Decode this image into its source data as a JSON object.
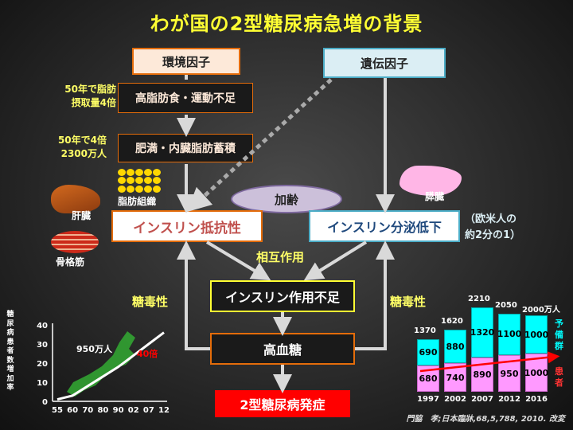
{
  "title": "わが国の2型糖尿病急増の背景",
  "env_factor": "環境因子",
  "gene_factor": "遺伝因子",
  "high_fat": "高脂肪食・運動不足",
  "obesity": "肥満・内臓脂肪蓄積",
  "note_fat_1": "50年で脂肪",
  "note_fat_2": "摂取量4倍",
  "note_obese_1": "50年で4倍",
  "note_obese_2": "2300万人",
  "fat_tissue": "脂肪組織",
  "liver": "肝臓",
  "muscle": "骨格筋",
  "aging": "加齢",
  "pancreas": "膵臓",
  "insulin_resistance": "インスリン抵抗性",
  "insulin_secretion": "インスリン分泌低下",
  "western_note_1": "（欧米人の",
  "western_note_2": "約2分の1）",
  "interaction": "相互作用",
  "insulin_deficiency": "インスリン作用不足",
  "glucotoxicity_left": "糖毒性",
  "glucotoxicity_right": "糖毒性",
  "hyperglycemia": "高血糖",
  "diabetes_onset": "2型糖尿病発症",
  "citation": "門脇　孝;日本臨牀,68,5,788, 2010. 改変",
  "colors": {
    "title": "#ffff33",
    "orange": "#e46c0a",
    "blue": "#4bacc6",
    "red": "#ff0000",
    "cyan": "#00ffff",
    "magenta": "#ff99ff"
  },
  "chart_data": [
    {
      "type": "line",
      "ylabel": "糖尿病患者数増加率",
      "y_ticks": [
        "40",
        "30",
        "20",
        "10",
        "0"
      ],
      "ylim": [
        0,
        40
      ],
      "x_ticks": [
        "55",
        "60",
        "70",
        "80",
        "90",
        "02",
        "07",
        "12"
      ],
      "x": [
        55,
        60,
        70,
        80,
        90,
        2,
        7,
        12
      ],
      "values": [
        1,
        3,
        8,
        13,
        18,
        24,
        30,
        36
      ],
      "annotations": [
        "950万人",
        "40倍"
      ],
      "annotation_colors": [
        "#ffffff",
        "#ff0000"
      ]
    },
    {
      "type": "bar",
      "categories": [
        "1997",
        "2002",
        "2007",
        "2012",
        "2016"
      ],
      "totals": [
        "1370",
        "1620",
        "2210",
        "2050",
        "2000万人"
      ],
      "series": [
        {
          "name": "予備群",
          "values": [
            690,
            880,
            1320,
            1100,
            1000
          ]
        },
        {
          "name": "患者",
          "values": [
            680,
            740,
            890,
            950,
            1000
          ]
        }
      ],
      "legend_pre_chars": [
        "予",
        "備",
        "群"
      ],
      "legend_pat_chars": [
        "患",
        "者"
      ]
    }
  ]
}
